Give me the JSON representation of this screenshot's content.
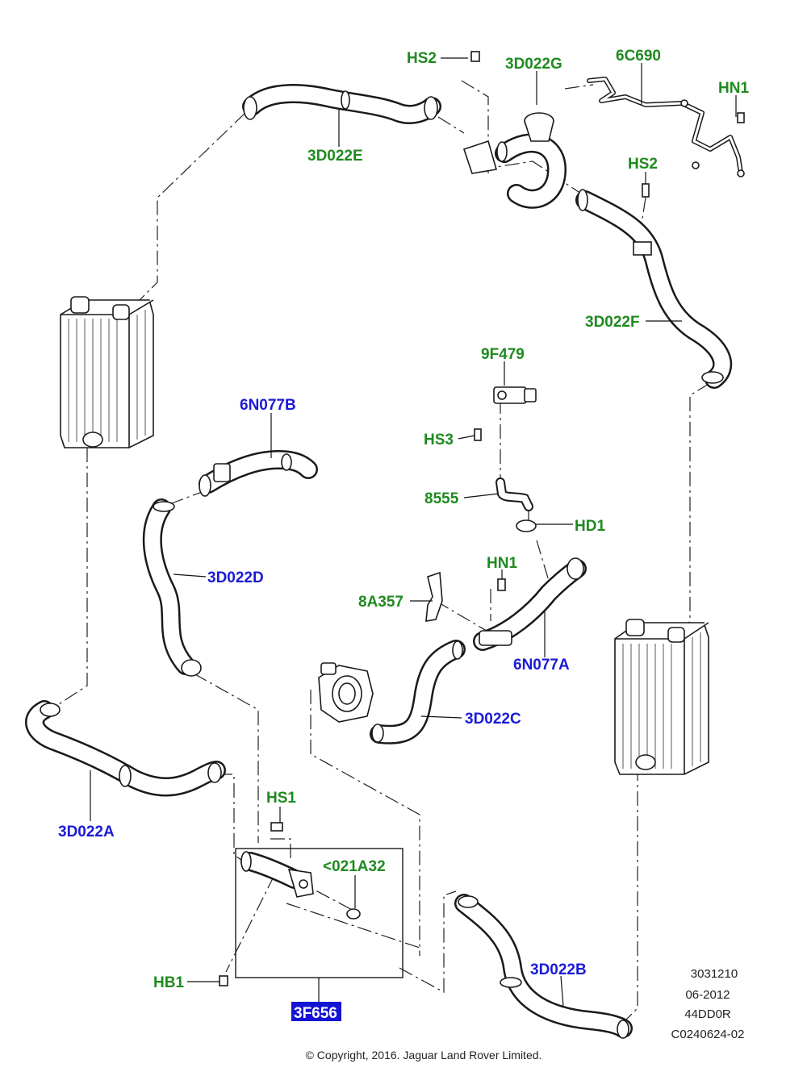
{
  "labels": {
    "hs2_top": "HS2",
    "d3022g": "3D022G",
    "c6690": "6C690",
    "hn1_top": "HN1",
    "hs2_right": "HS2",
    "d3022e": "3D022E",
    "d3022f": "3D022F",
    "f9479": "9F479",
    "n6077b": "6N077B",
    "hs3": "HS3",
    "p8555": "8555",
    "hd1": "HD1",
    "d3022d": "3D022D",
    "hn1_mid": "HN1",
    "a8357": "8A357",
    "n6077a": "6N077A",
    "d3022c": "3D022C",
    "d3022a": "3D022A",
    "hs1": "HS1",
    "a021a32": "<021A32",
    "hb1": "HB1",
    "d3022b": "3D022B",
    "f3656": "3F656"
  },
  "label_colors": {
    "green": "#1f8a1f",
    "blue": "#1a1ad6",
    "highlight_box": "#1414d2"
  },
  "info_block": [
    "3031210",
    "06-2012",
    "44DD0R",
    "C0240624-02"
  ],
  "copyright": "© Copyright, 2016. Jaguar Land Rover Limited."
}
